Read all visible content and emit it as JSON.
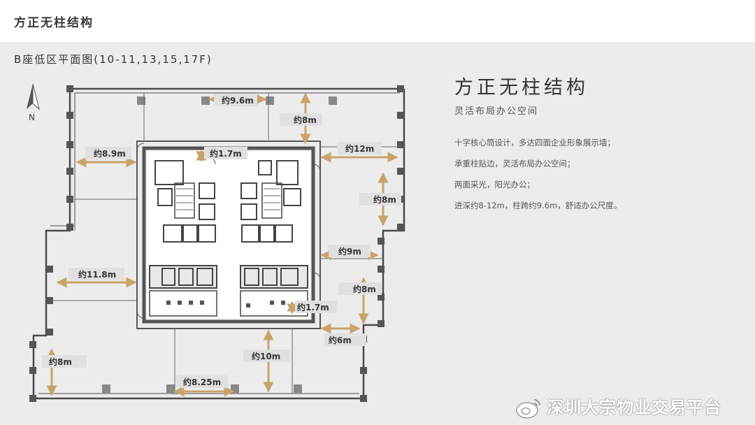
{
  "header": {
    "title": "方正无柱结构"
  },
  "plan": {
    "caption": "B座低区平面图(10-11,13,15,17F)",
    "north": "N",
    "dimensions": [
      {
        "label": "约9.6m"
      },
      {
        "label": "约8m"
      },
      {
        "label": "约8.9m"
      },
      {
        "label": "约1.7m"
      },
      {
        "label": "约12m"
      },
      {
        "label": "约8m"
      },
      {
        "label": "约9m"
      },
      {
        "label": "约11.8m"
      },
      {
        "label": "约8m"
      },
      {
        "label": "约1.7m"
      },
      {
        "label": "约6m"
      },
      {
        "label": "约8m"
      },
      {
        "label": "约10m"
      },
      {
        "label": "约8.25m"
      }
    ]
  },
  "info": {
    "heading": "方正无柱结构",
    "subheading": "灵活布局办公空间",
    "lines": [
      "十字核心筒设计，多达四面企业形象展示墙；",
      "承重柱贴边，灵活布局办公空间；",
      "两面采光，阳光办公；",
      "进深约8-12m，柱跨约9.6m，舒适办公尺度。"
    ]
  },
  "watermark": {
    "text": "深圳大宗物业交易平台"
  },
  "colors": {
    "dimension": "#c9a36b",
    "wall": "#555555",
    "label_bg": "#e2e2e2"
  }
}
